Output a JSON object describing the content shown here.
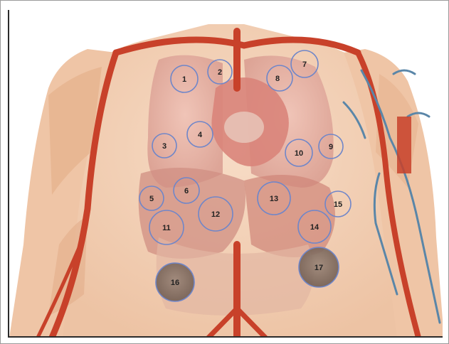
{
  "figure": {
    "type": "anatomical-illustration",
    "subject": "human torso with lungs, heart, liver, stomach and major blood vessels",
    "markers": [
      {
        "label": "1"
      },
      {
        "label": "2"
      },
      {
        "label": "3"
      },
      {
        "label": "4"
      },
      {
        "label": "5"
      },
      {
        "label": "6"
      },
      {
        "label": "7"
      },
      {
        "label": "8"
      },
      {
        "label": "9"
      },
      {
        "label": "10"
      },
      {
        "label": "11"
      },
      {
        "label": "12"
      },
      {
        "label": "13"
      },
      {
        "label": "14"
      },
      {
        "label": "15"
      },
      {
        "label": "16"
      },
      {
        "label": "17"
      }
    ],
    "colors": {
      "skin": "#f2cdb0",
      "muscle": "#e9b896",
      "artery": "#c8412a",
      "vein": "#5a86a8",
      "lung": "#e3a8a0",
      "heart": "#d9847a",
      "liver": "#c97a6e",
      "marker_ring": "#6f86c9",
      "dark_marker_fill": "#7e6a5e"
    }
  }
}
